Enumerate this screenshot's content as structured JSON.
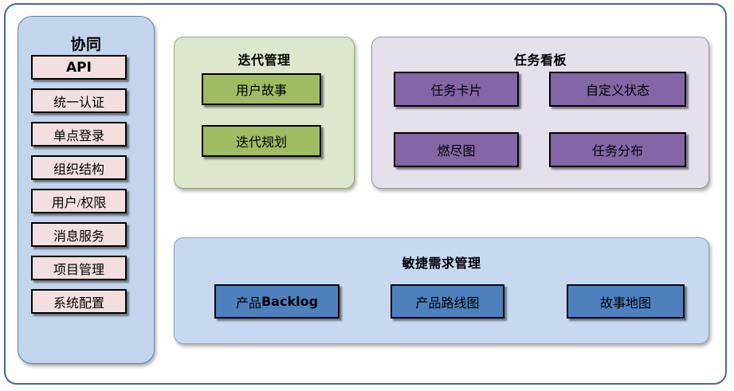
{
  "diagram": {
    "type": "architecture-block-diagram",
    "frame": {
      "border_color": "#41699c"
    },
    "sidebar": {
      "title": "协同",
      "background": "#c3d5ec",
      "item_color": "#f3dfdd",
      "items": [
        {
          "label": "API",
          "bold_latin": true
        },
        {
          "label": "统一认证"
        },
        {
          "label": "单点登录"
        },
        {
          "label": "组织结构"
        },
        {
          "label": "用户/权限"
        },
        {
          "label": "消息服务"
        },
        {
          "label": "项目管理"
        },
        {
          "label": "系统配置"
        }
      ]
    },
    "panels": [
      {
        "id": "iteration",
        "title": "迭代管理",
        "background": "#dde7cb",
        "box_color": "#9fbc62",
        "items": [
          {
            "label": "用户故事"
          },
          {
            "label": "迭代规划"
          }
        ]
      },
      {
        "id": "taskboard",
        "title": "任务看板",
        "background": "#e6e0ed",
        "box_color": "#8366a5",
        "items": [
          {
            "label": "任务卡片"
          },
          {
            "label": "自定义状态"
          },
          {
            "label": "燃尽图"
          },
          {
            "label": "任务分布"
          }
        ]
      },
      {
        "id": "agile",
        "title": "敏捷需求管理",
        "background": "#c7d9f1",
        "box_color": "#4e80bd",
        "items": [
          {
            "label_cn": "产品",
            "label_latin": "Backlog"
          },
          {
            "label": "产品路线图"
          },
          {
            "label": "故事地图"
          }
        ]
      }
    ]
  }
}
